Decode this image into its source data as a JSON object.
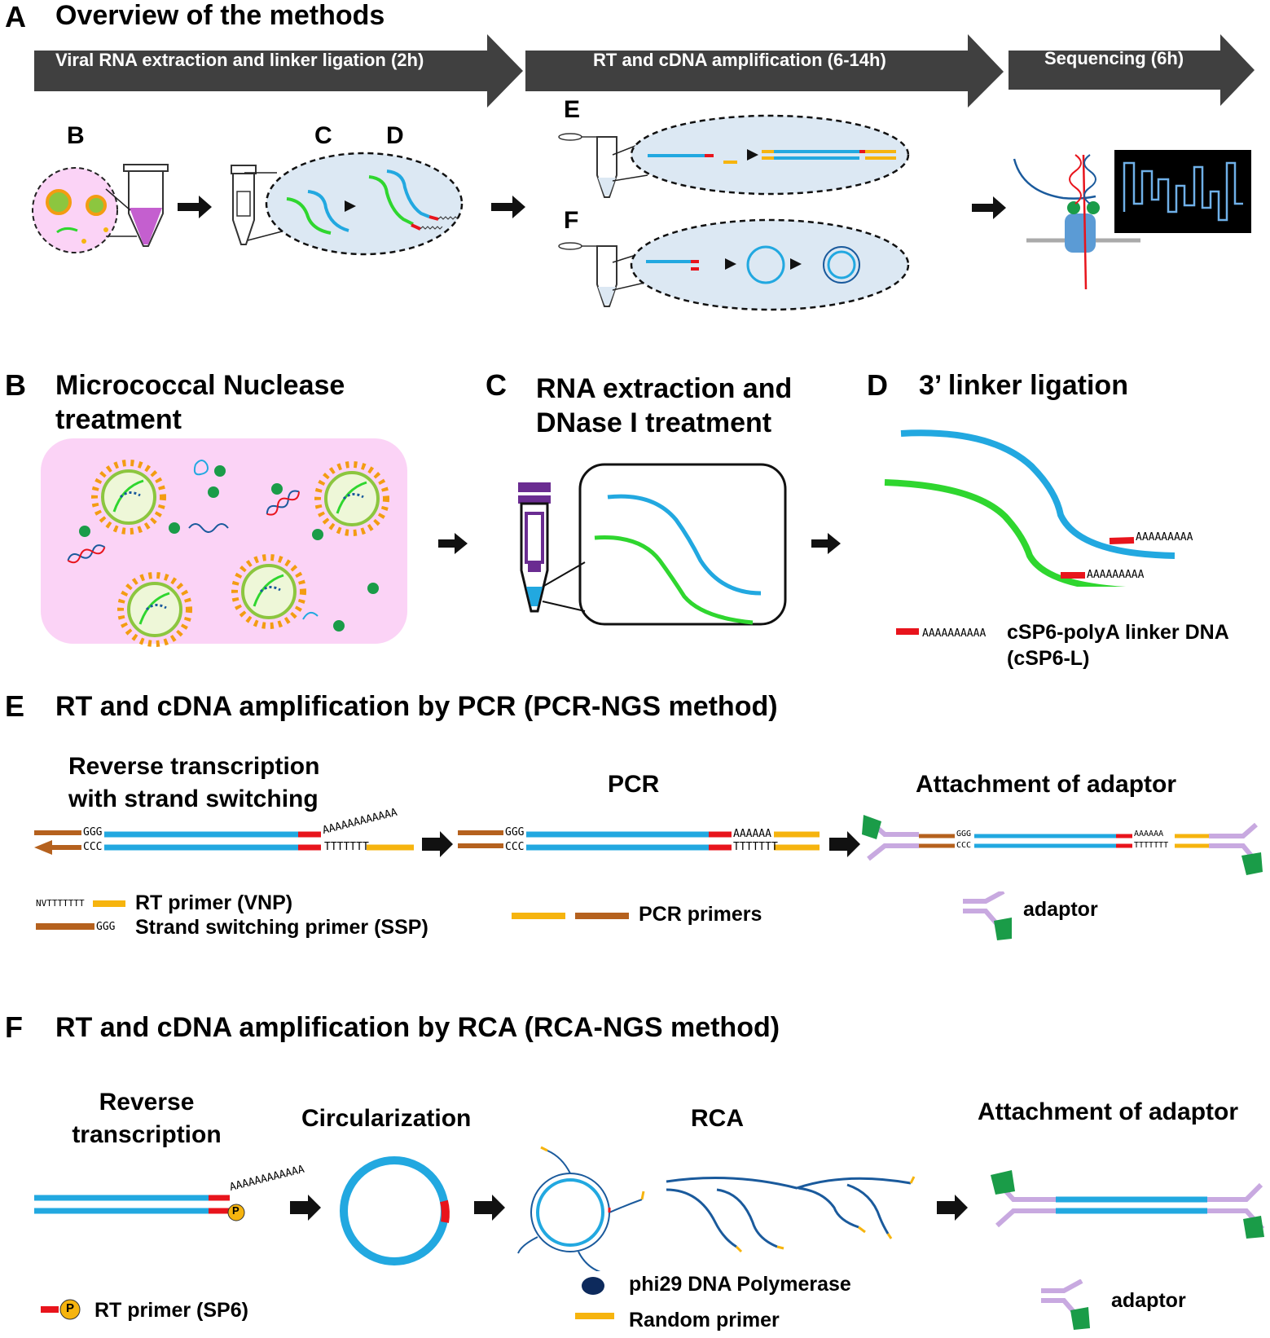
{
  "colors": {
    "rna_blue": "#22a8e0",
    "rna_green": "#2fd62f",
    "linker_red": "#e8141c",
    "primer_yellow": "#f6b40e",
    "ssp_brown": "#b5611e",
    "adaptor_purple": "#c8a9e0",
    "motor_green": "#1a9c48",
    "banner_grey": "#404040",
    "dish_pink": "#fbd3f6",
    "oval_blue": "#dce8f3",
    "tube_purple": "#6a2c91"
  },
  "panel_A": {
    "letter": "A",
    "title": "Overview of the methods",
    "banners": [
      "Viral RNA extraction and linker ligation (2h)",
      "RT and cDNA amplification (6-14h)",
      "Sequencing (6h)"
    ],
    "step_labels": [
      "B",
      "C",
      "D",
      "E",
      "F"
    ]
  },
  "panel_B": {
    "letter": "B",
    "title_line1": "Micrococcal Nuclease",
    "title_line2": "treatment"
  },
  "panel_C": {
    "letter": "C",
    "title_line1": "RNA extraction and",
    "title_line2": "DNase I treatment"
  },
  "panel_D": {
    "letter": "D",
    "title": "3’ linker ligation",
    "polyA_blue": "AAAAAAAAA",
    "polyA_green": "AAAAAAAAA",
    "legend_seq": "AAAAAAAAAA",
    "legend_line1": "cSP6-polyA linker DNA",
    "legend_line2": "(cSP6-L)"
  },
  "panel_E": {
    "letter": "E",
    "title": "RT and cDNA amplification by PCR (PCR-NGS method)",
    "step1_line1": "Reverse transcription",
    "step1_line2": "with strand switching",
    "step2": "PCR",
    "step3": "Attachment of adaptor",
    "seq_ggg": "GGG",
    "seq_ccc": "CCC",
    "seq_a_long": "AAAAAAAAAAAA",
    "seq_a": "AAAAAA",
    "seq_t": "TTTTTTT",
    "legend_vnp_seq": "NVTTTTTTT",
    "legend_vnp": "RT primer (VNP)",
    "legend_ssp_seq": "GGG",
    "legend_ssp": "Strand switching primer (SSP)",
    "legend_pcr": "PCR primers",
    "legend_adaptor": "adaptor"
  },
  "panel_F": {
    "letter": "F",
    "title": "RT and cDNA amplification by RCA (RCA-NGS method)",
    "step1_line1": "Reverse",
    "step1_line2": "transcription",
    "step2": "Circularization",
    "step3": "RCA",
    "step4": "Attachment of adaptor",
    "seq_a": "AAAAAAAAAAAA",
    "phospho": "P",
    "legend_rt": "RT primer (SP6)",
    "legend_phi29": "phi29 DNA Polymerase",
    "legend_random": "Random primer",
    "legend_adaptor": "adaptor"
  }
}
